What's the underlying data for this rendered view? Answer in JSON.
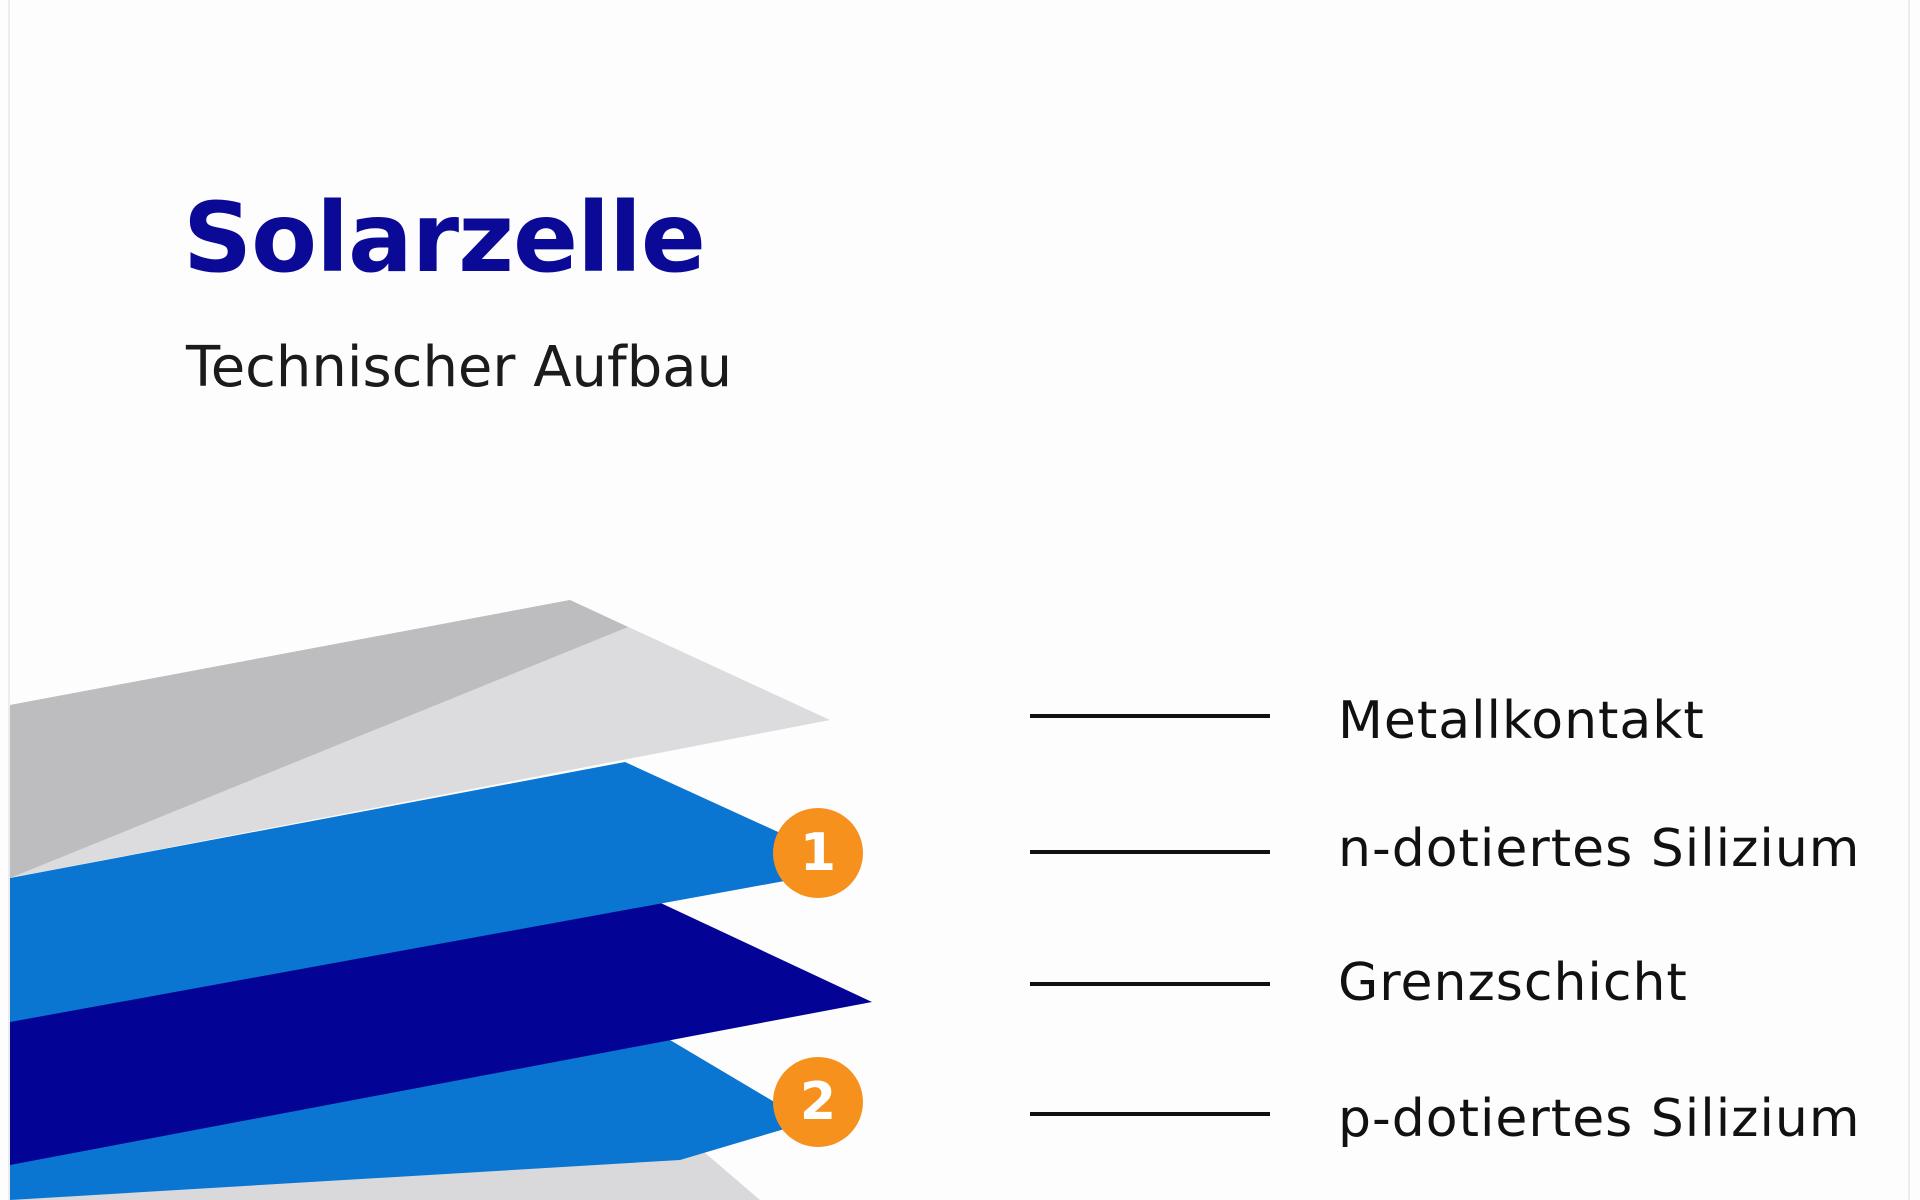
{
  "diagram": {
    "title": "Solarzelle",
    "subtitle": "Technischer Aufbau",
    "layers": [
      {
        "label": "Metallkontakt",
        "color": "#dcdcdf",
        "shade_color": "#bdbdbf"
      },
      {
        "label": "n-dotiertes Silizium",
        "color": "#0a76d2",
        "badge": "1"
      },
      {
        "label": "Grenzschicht",
        "color": "#030396"
      },
      {
        "label": "p-dotiertes Silizium",
        "color": "#0a76d2",
        "badge": "2"
      }
    ],
    "badge_color": "#f7911e",
    "title_color": "#0a0a96"
  }
}
